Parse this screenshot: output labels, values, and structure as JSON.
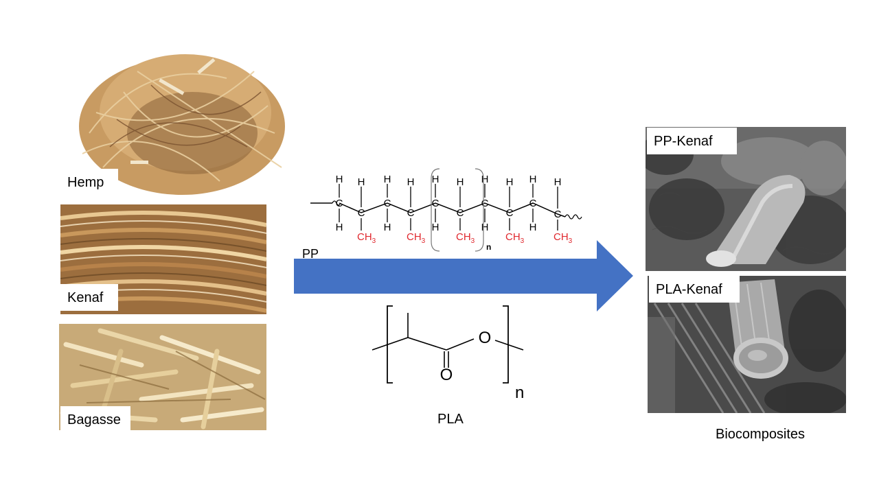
{
  "fibers": [
    {
      "id": "hemp",
      "label": "Hemp"
    },
    {
      "id": "kenaf",
      "label": "Kenaf"
    },
    {
      "id": "bagasse",
      "label": "Bagasse"
    }
  ],
  "polymers": {
    "pp": {
      "name": "PP",
      "repeat_subscript": "n",
      "carbon": "C",
      "hydrogen": "H",
      "methyl": "CH",
      "methyl_sub": "3"
    },
    "pla": {
      "name": "PLA",
      "repeat_subscript": "n",
      "oxygen": "O"
    }
  },
  "arrow": {
    "color": "#4472C4"
  },
  "results": {
    "panels": [
      {
        "id": "pp-kenaf",
        "label": "PP-Kenaf"
      },
      {
        "id": "pla-kenaf",
        "label": "PLA-Kenaf"
      }
    ],
    "caption": "Biocomposites"
  },
  "colors": {
    "methyl": "#E0282E"
  }
}
